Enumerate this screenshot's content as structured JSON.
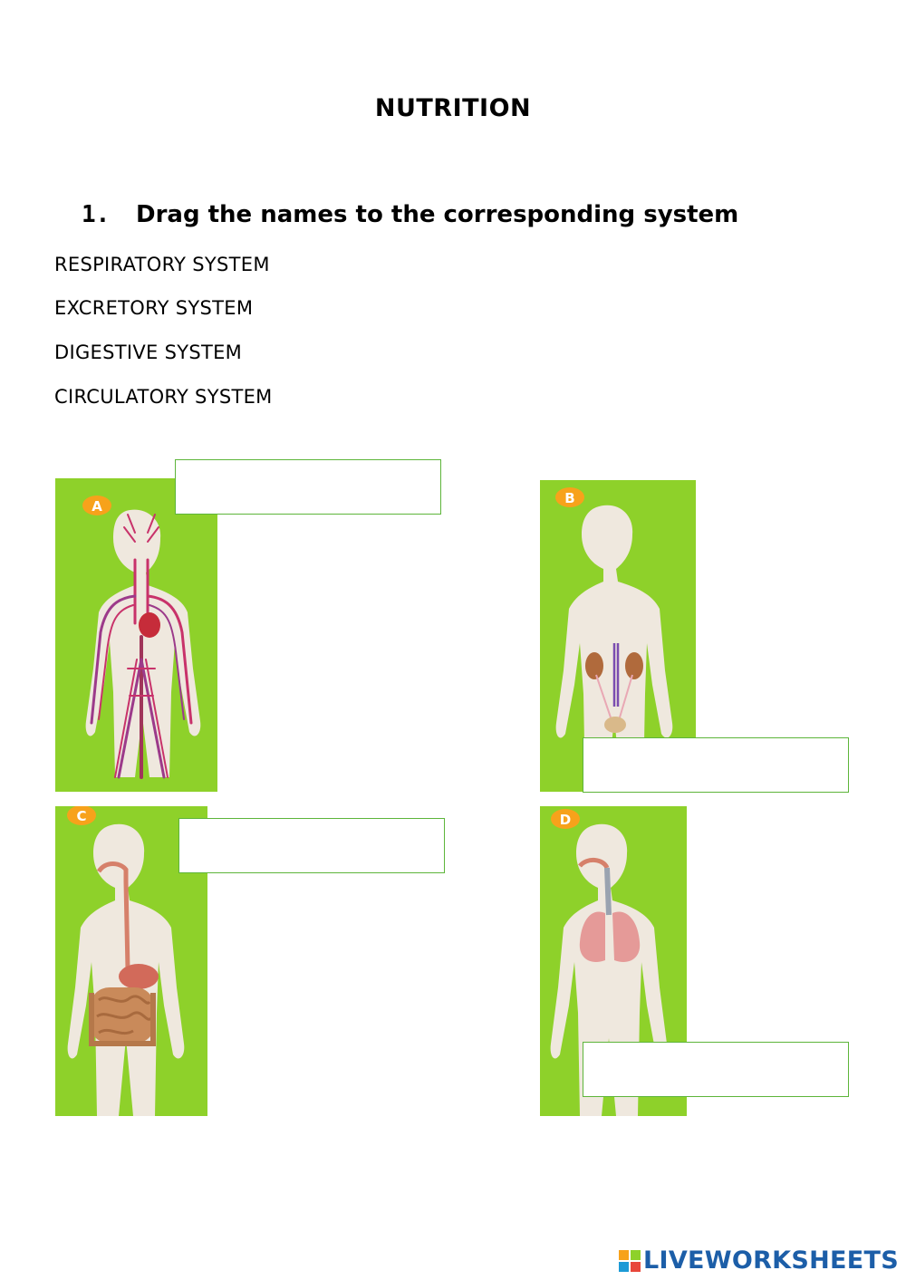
{
  "page": {
    "title": "NUTRITION",
    "question": {
      "number": "1.",
      "text": "Drag the names to the corresponding system"
    }
  },
  "words": [
    "RESPIRATORY SYSTEM",
    "EXCRETORY SYSTEM",
    "DIGESTIVE SYSTEM",
    "CIRCULATORY SYSTEM"
  ],
  "panels": {
    "a": {
      "letter": "A"
    },
    "b": {
      "letter": "B"
    },
    "c": {
      "letter": "C"
    },
    "d": {
      "letter": "D"
    }
  },
  "brand": {
    "name": "LIVEWORKSHEETS"
  },
  "colors": {
    "panel_green": "#8ed12a",
    "badge_orange": "#f7a21b",
    "drop_border": "#5db53a",
    "brand_blue": "#1c5ea8"
  }
}
